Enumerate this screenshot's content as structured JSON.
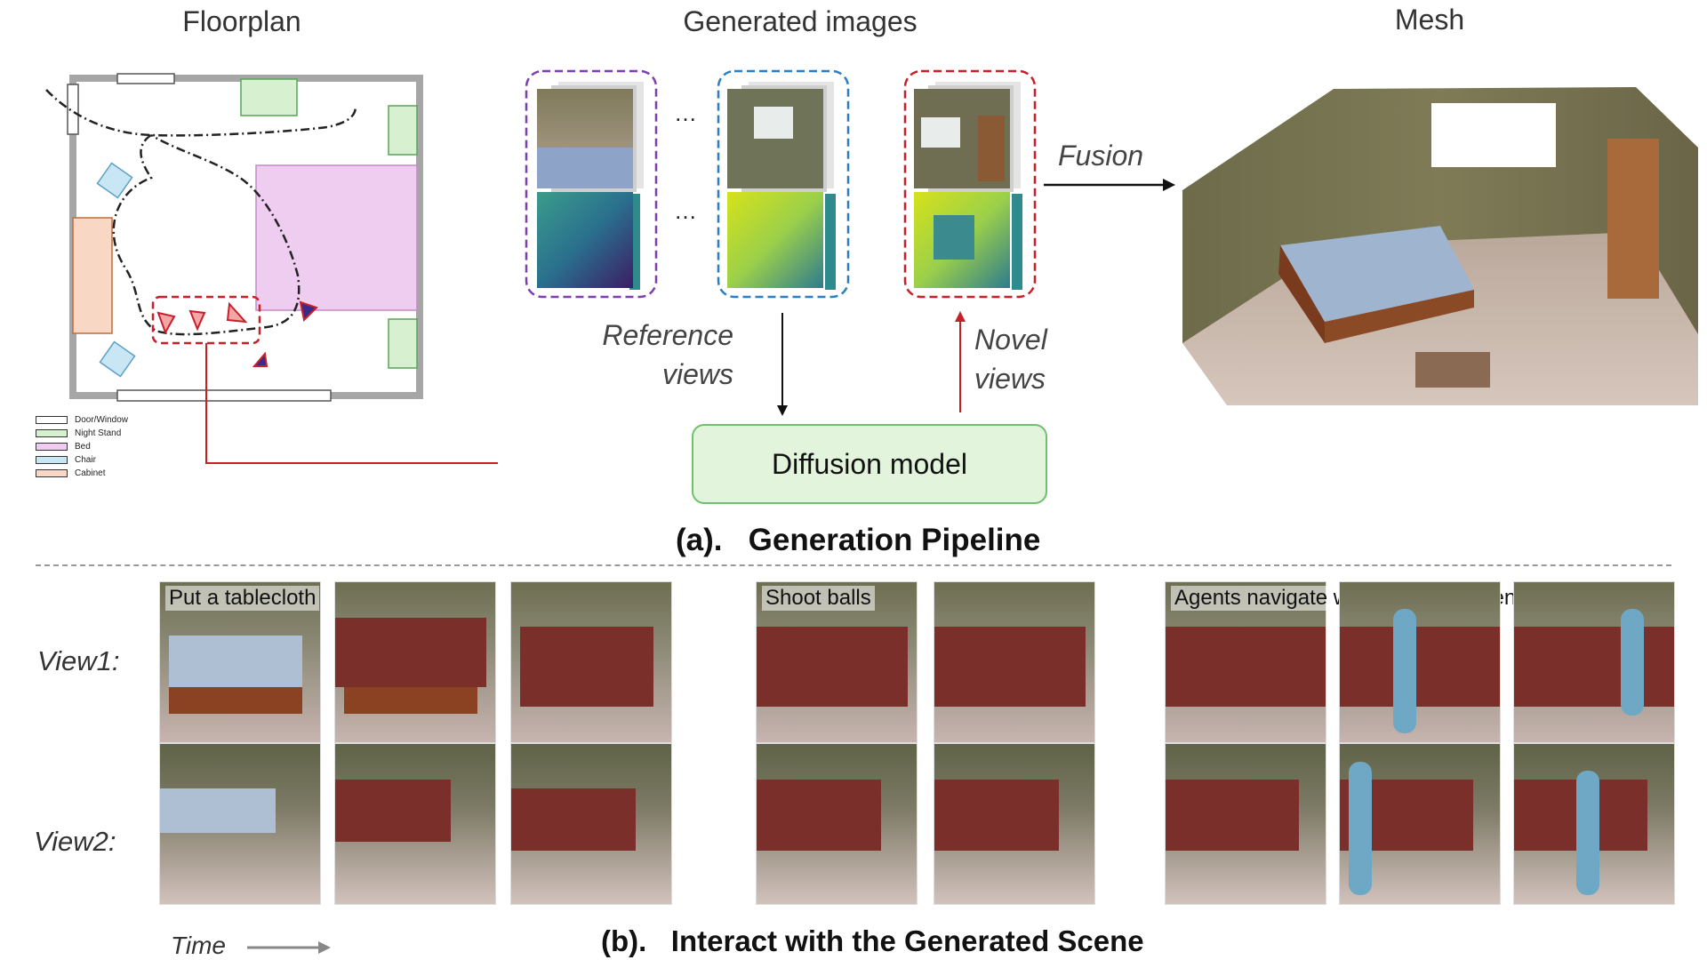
{
  "headers": {
    "floorplan": "Floorplan",
    "generated": "Generated images",
    "mesh": "Mesh"
  },
  "legend": [
    {
      "label": "Door/Window",
      "color": "#ffffff"
    },
    {
      "label": "Night Stand",
      "color": "#d6f0d0"
    },
    {
      "label": "Bed",
      "color": "#efcdf0"
    },
    {
      "label": "Chair",
      "color": "#c9e6f4"
    },
    {
      "label": "Cabinet",
      "color": "#f8d7c4"
    }
  ],
  "labels": {
    "fusion": "Fusion",
    "reference_line1": "Reference",
    "reference_line2": "views",
    "novel_line1": "Novel",
    "novel_line2": "views",
    "diffusion": "Diffusion model",
    "caption_a": "(a).   Generation Pipeline",
    "caption_b": "(b).   Interact with the Generated Scene",
    "view1": "View1:",
    "view2": "View2:",
    "time": "Time",
    "ellipsis": "…"
  },
  "tasks": {
    "tablecloth": "Put a tablecloth",
    "balls": "Shoot balls",
    "agents": "Agents navigate within the virtual environment"
  },
  "colors": {
    "purple_box": "#7b3fb0",
    "blue_box": "#2a7fc4",
    "red_box": "#c8202a",
    "bed_fill": "#efcdf0",
    "nightstand_fill": "#d6f0d0",
    "chair_fill": "#c9e6f4",
    "cabinet_fill": "#f8d7c4",
    "tablecloth": "#7a2f2a"
  }
}
